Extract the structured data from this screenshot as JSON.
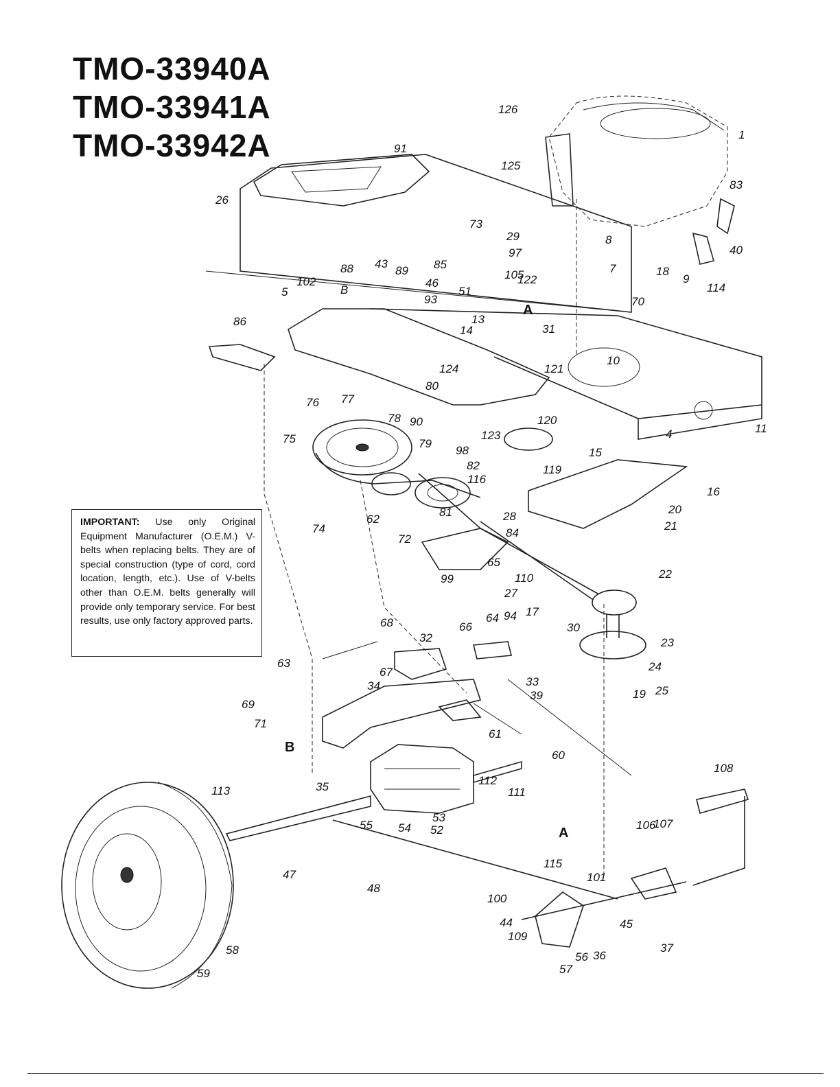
{
  "models": [
    "TMO-33940A",
    "TMO-33941A",
    "TMO-33942A"
  ],
  "notice": {
    "heading": "IMPORTANT:",
    "body": "Use only Original Equipment Manufacturer (O.E.M.) V-belts when replacing belts. They are of special construction (type of cord, cord location, length, etc.). Use of V-belts other than O.E.M. belts generally will provide only temporary service. For best results, use only factory approved parts."
  },
  "callouts": [
    "126",
    "1",
    "91",
    "125",
    "83",
    "40",
    "114",
    "9",
    "7",
    "18",
    "8",
    "26",
    "43",
    "88",
    "89",
    "85",
    "73",
    "29",
    "97",
    "51",
    "105",
    "122",
    "46",
    "93",
    "B",
    "A",
    "13",
    "14",
    "31",
    "102",
    "5",
    "86",
    "124",
    "121",
    "10",
    "11",
    "4",
    "15",
    "16",
    "80",
    "120",
    "123",
    "119",
    "76",
    "77",
    "78",
    "75",
    "90",
    "98",
    "79",
    "82",
    "116",
    "74",
    "62",
    "72",
    "81",
    "28",
    "84",
    "65",
    "99",
    "110",
    "27",
    "94",
    "17",
    "20",
    "21",
    "22",
    "23",
    "24",
    "25",
    "19",
    "30",
    "70",
    "32",
    "68",
    "67",
    "66",
    "64",
    "63",
    "69",
    "33",
    "39",
    "34",
    "71",
    "61",
    "60",
    "35",
    "113",
    "112",
    "111",
    "53",
    "52",
    "55",
    "54",
    "47",
    "48",
    "115",
    "108",
    "106",
    "107",
    "101",
    "100",
    "44",
    "109",
    "45",
    "37",
    "36",
    "56",
    "57",
    "58",
    "59"
  ],
  "section_marks": [
    "A",
    "B"
  ]
}
